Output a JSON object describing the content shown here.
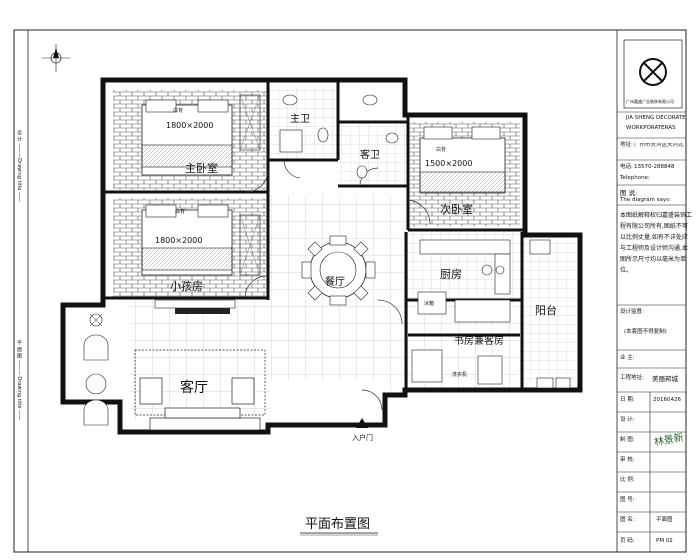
{
  "drawing": {
    "title": "平面布置图",
    "entrance_label": "入户门",
    "rooms": {
      "master_bedroom": "主卧室",
      "second_bedroom": "次卧室",
      "kids_room": "小孩房",
      "master_bath": "主卫",
      "guest_bath": "客卫",
      "dining": "餐厅",
      "kitchen": "厨房",
      "balcony": "阳台",
      "living_room": "客厅",
      "study_guest": "书房兼客房"
    },
    "bed_sizes": {
      "master": "1800×2000",
      "second": "1500×2000",
      "kids": "1800×2000"
    },
    "small_labels": {
      "bed_cover": "白背",
      "bed_cover2": "白背",
      "bed_head": "白背",
      "cabinet": "冰箱",
      "washer": "洗衣机"
    },
    "side_left_text": "设 计 ———Drawing title —— ",
    "side_left_text2": "平 面 图 ——— Drawing title —— "
  },
  "title_block": {
    "company_cn": "广州嘉盛广告装饰有限公司",
    "company_en_line1": "JIA SHENG DECORATE",
    "company_en_line2": "WORKPORATERAS",
    "address_label": "地址:",
    "address_value": "广州市天河区天河北路233号",
    "phone_label": "电话:",
    "phone_value": "13570-288848",
    "telephone_en": "Telephone:",
    "notes_title": "图 说:",
    "notes_subtitle": "The diagram says:",
    "notes_body": "本图纸解释权归嘉盛装饰工程有限公司所有,图纸不可以比例丈量,如有不详处应与工程师及设计师沟通,本图所示尺寸均以毫米为单位。",
    "designer_label": "设计监督:",
    "designer_note": "(本套图不得复制)",
    "owner_label": "业 主:",
    "project_label": "工程地址:",
    "project_value": "美丽邦城",
    "date_label": "日 期:",
    "date_value": "20160426",
    "design_label": "设 计:",
    "drawing_label": "制 图:",
    "check_label": "审 核:",
    "scale_label": "比 例:",
    "drawing_no_label": "图 号:",
    "sheet_label": "图 名:",
    "sheet_value": "平面图",
    "page_label": "页 码:",
    "page_value": "PM 02",
    "stamp_text": "林景新"
  }
}
